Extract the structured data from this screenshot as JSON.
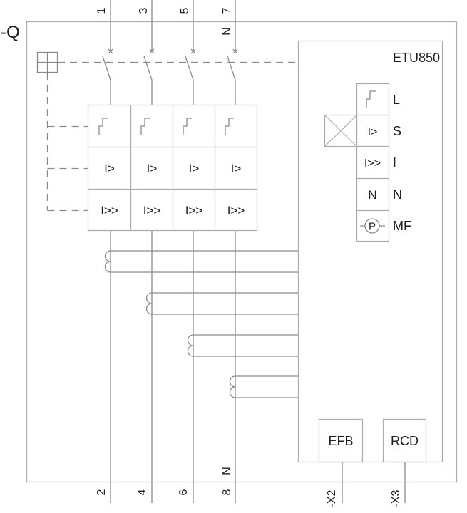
{
  "designation": "-Q",
  "poles": [
    {
      "top": "1",
      "bottom": "2",
      "short_time": "I>",
      "instantaneous": "I>>",
      "overload_icon": "thermal-release-icon"
    },
    {
      "top": "3",
      "bottom": "4",
      "short_time": "I>",
      "instantaneous": "I>>",
      "overload_icon": "thermal-release-icon"
    },
    {
      "top": "5",
      "bottom": "6",
      "short_time": "I>",
      "instantaneous": "I>>",
      "overload_icon": "thermal-release-icon"
    },
    {
      "top": "7",
      "bottom": "8",
      "short_time": "I>",
      "instantaneous": "I>>",
      "overload_icon": "thermal-release-icon"
    }
  ],
  "neutral_marks": {
    "top": "N",
    "bottom": "N"
  },
  "mechanism_icon": "grid-square-icon",
  "trip_unit": {
    "name": "ETU850",
    "functions": [
      {
        "icon": "thermal-release-icon",
        "label": "L"
      },
      {
        "symbol_text": "I>",
        "label": "S",
        "side_icon": "crossed-box-icon"
      },
      {
        "symbol_text": "I>>",
        "label": "I"
      },
      {
        "symbol_text": "N",
        "label": "N"
      },
      {
        "symbol_text": "P",
        "icon": "circled-p-icon",
        "label": "MF"
      }
    ],
    "modules": [
      {
        "label": "EFB",
        "terminal": "-X2"
      },
      {
        "label": "RCD",
        "terminal": "-X3"
      }
    ]
  },
  "colors": {
    "line": "#8a8a8a",
    "frame": "#ababab",
    "text": "#1e1e1e"
  }
}
